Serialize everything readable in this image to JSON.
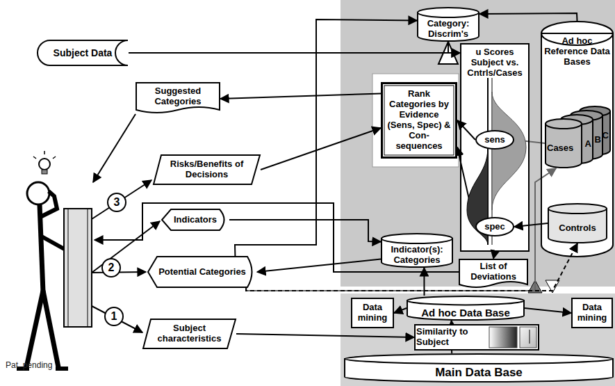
{
  "diagram": {
    "nodes": [
      {
        "text": [
          "Subject Data"
        ]
      },
      {
        "text": [
          "Category: Discrim's"
        ]
      },
      {
        "text": [
          "u Scores Subject vs. Cntrls/Cases"
        ]
      },
      {
        "text": [
          "sens"
        ],
        "in": 2
      },
      {
        "text": [
          "spec"
        ],
        "in": 2
      },
      {
        "text": [
          "Ad hoc Reference Data Bases"
        ]
      },
      {
        "text": [
          "Cases"
        ],
        "in": 5
      },
      {
        "text": [
          "A"
        ],
        "in": 5
      },
      {
        "text": [
          "B"
        ],
        "in": 5
      },
      {
        "text": [
          "C"
        ],
        "in": 5
      },
      {
        "text": [
          "Controls"
        ],
        "in": 5
      },
      {
        "text": [
          "Suggested Categories"
        ]
      },
      {
        "text": [
          "Rank Categories by Evidence (Sens, Spec) & Con- sequences"
        ]
      },
      {
        "text": [
          "Risks/Benefits of Decisions"
        ]
      },
      {
        "text": [
          "List of Deviations"
        ]
      },
      {
        "text": [
          "Indicators"
        ]
      },
      {
        "text": [
          "Indicator(s): Categories"
        ]
      },
      {
        "text": [
          "Potential Categories"
        ]
      },
      {
        "text": [
          "Data mining"
        ]
      },
      {
        "text": [
          "Ad hoc Data Base"
        ]
      },
      {
        "text": [
          "Data mining"
        ]
      },
      {
        "text": [
          "Subject characteristics"
        ]
      },
      {
        "text": [
          "Similarity to Subject"
        ]
      },
      {
        "text": [
          "Main Data Base"
        ]
      },
      {
        "text": [
          "3"
        ]
      },
      {
        "text": [
          "2"
        ]
      },
      {
        "text": [
          "1"
        ]
      }
    ],
    "edges": [
      {
        "from": 0,
        "to": 2,
        "arrow": "to"
      },
      {
        "from": 1,
        "to": 2,
        "arrow": "to"
      },
      {
        "from": 17,
        "to": 1,
        "arrow": "to"
      },
      {
        "from": 15,
        "to": 16,
        "arrow": "to"
      },
      {
        "from": 16,
        "to": 17,
        "arrow": "to"
      },
      {
        "from": 17,
        "to": 6,
        "arrow": "to"
      },
      {
        "from": 17,
        "to": 10,
        "arrow": "to"
      },
      {
        "from": 19,
        "to": 16,
        "arrow": "to"
      },
      {
        "from": 19,
        "to": 18,
        "arrow": "to"
      },
      {
        "from": 19,
        "to": 20,
        "arrow": "to"
      },
      {
        "from": 22,
        "to": 19,
        "arrow": "to"
      },
      {
        "from": 23,
        "to": 22,
        "arrow": "none"
      },
      {
        "from": 21,
        "to": 22,
        "arrow": "to"
      },
      {
        "from": 2,
        "to": 14,
        "arrow": "to"
      },
      {
        "from": 6,
        "to": 3,
        "arrow": "to"
      },
      {
        "from": 10,
        "to": 4,
        "arrow": "to"
      },
      {
        "from": 3,
        "to": 12,
        "arrow": "to"
      },
      {
        "from": 4,
        "to": 12,
        "arrow": "to"
      },
      {
        "from": 12,
        "to": 11,
        "arrow": "to"
      },
      {
        "from": 13,
        "to": 12,
        "arrow": "to"
      },
      {
        "from": 5,
        "to": 1,
        "arrow": "to"
      }
    ],
    "labels": [
      "Pat. pending"
    ]
  }
}
